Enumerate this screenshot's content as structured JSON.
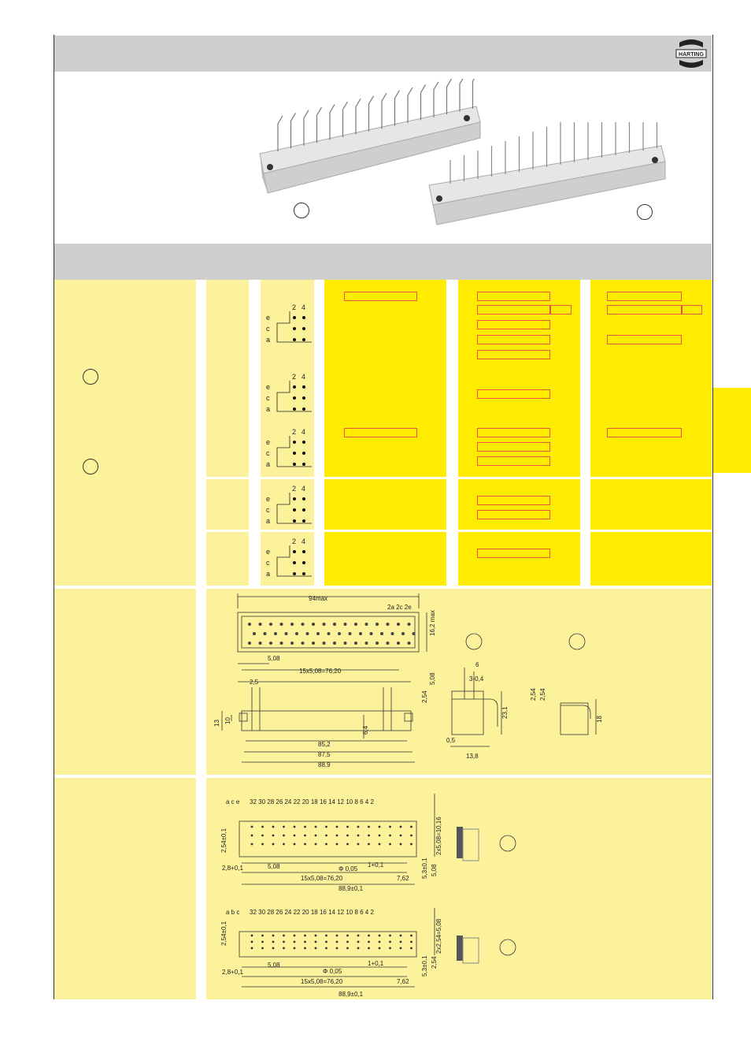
{
  "header": {
    "brand": "HARTING"
  },
  "photo_markers": [
    "",
    ""
  ],
  "pin_diagrams": [
    {
      "cols": [
        "2",
        "4"
      ],
      "rows": [
        "e",
        "c",
        "a"
      ]
    },
    {
      "cols": [
        "2",
        "4"
      ],
      "rows": [
        "e",
        "c",
        "a"
      ]
    },
    {
      "cols": [
        "2",
        "4"
      ],
      "rows": [
        "e",
        "c",
        "a"
      ]
    },
    {
      "cols": [
        "2",
        "4"
      ],
      "rows": [
        "e",
        "c",
        "a"
      ]
    },
    {
      "cols": [
        "2",
        "4"
      ],
      "rows": [
        "e",
        "c",
        "a"
      ]
    }
  ],
  "dimensions_top": {
    "width_max": "94max",
    "rows": "2a 2c 2e",
    "height_max": "16,2 max",
    "pitch": "5,08",
    "span": "15x5,08=76,20",
    "d1": "2,5",
    "d2": "13",
    "d3": "10",
    "d4": "85,2",
    "d5": "87,5",
    "d6": "88,9",
    "d7": "6,4",
    "d8": "2,54",
    "d9": "5,08",
    "d10": "6",
    "d11": "3-0,4",
    "d12": "23,1",
    "d13": "0,5",
    "d14": "13,8",
    "d15": "2,54",
    "d16": "2,54",
    "d17": "18"
  },
  "layout_top": {
    "row_labels": "a c e",
    "col_numbers": "32 30 28 26 24 22 20 18 16 14 12 10 8 6 4 2",
    "pitch_v": "2,54±0,1",
    "span_v": "2x5,08=10,16",
    "d_left": "2,8+0,1",
    "pitch": "5,08",
    "tol": "Φ 0,05",
    "hole": "1+0,1",
    "span": "15x5,08=76,20",
    "end": "7,62",
    "total": "88,9±0,1",
    "d_r1": "5,3±0,1",
    "d_r2": "5,08"
  },
  "layout_bottom": {
    "row_labels": "a b c",
    "col_numbers": "32 30 28 26 24 22 20 18 16 14 12 10 8 6 4 2",
    "pitch_v": "2,54±0,1",
    "span_v": "2x2,54=5,08",
    "d_left": "2,8+0,1",
    "pitch": "5,08",
    "tol": "Φ 0,05",
    "hole": "1+0,1",
    "span": "15x5,08=76,20",
    "end": "7,62",
    "total": "88,9±0,1",
    "d_r1": "5,3±0,1",
    "d_r2": "2,54"
  },
  "colors": {
    "header_gray": "#cfcfcf",
    "yellow": "#ffec00",
    "pale_yellow": "#fcf29c",
    "box_outline": "#e8573a"
  }
}
